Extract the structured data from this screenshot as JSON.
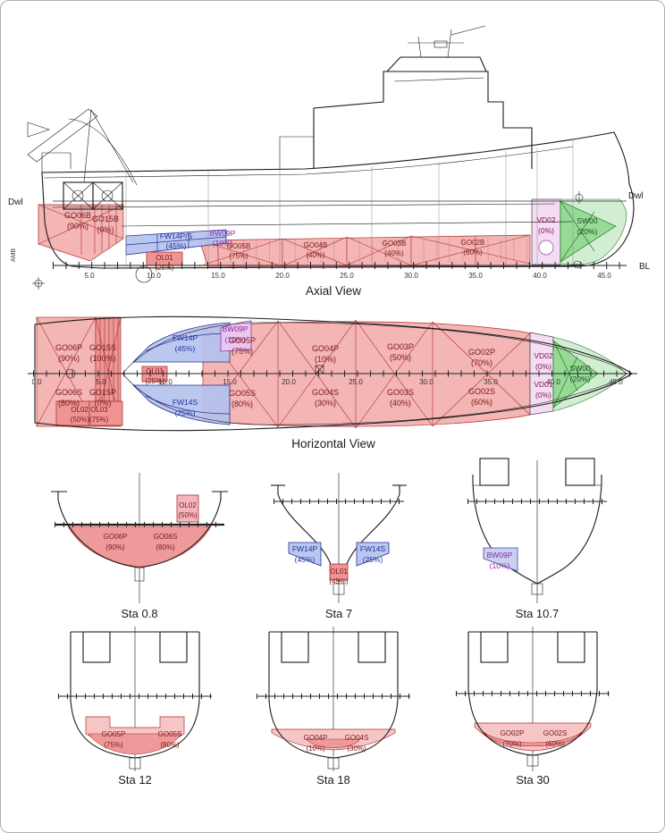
{
  "view_titles": {
    "axial": "Axial View",
    "horizontal": "Horizontal View"
  },
  "colors": {
    "tank_red_fill": "#f2abab",
    "tank_red_label": "#7a1818",
    "tank_blue_fill": "#b4c2ee",
    "tank_blue_label": "#24309a",
    "tank_violet_fill": "#f5dcf5",
    "tank_purple_label": "#8a28a0",
    "tank_green_fill": "#92d892",
    "tank_green_label": "#1d4a1d",
    "outline": "#1a1a1a"
  },
  "axial": {
    "axis": {
      "dwl_left": "Dwl",
      "dwl_right": "Dwl",
      "bl": "BL",
      "frame_label": "AMB",
      "ticks": [
        "5.0",
        "10.0",
        "15.0",
        "20.0",
        "25.0",
        "30.0",
        "35.0",
        "40.0",
        "45.0"
      ]
    },
    "tanks": {
      "go06b": {
        "name": "GO06B",
        "pct": "(90%)"
      },
      "go15b": {
        "name": "GO15B",
        "pct": "(0%)"
      },
      "fw14": {
        "name": "FW14P/S",
        "pct": "(45%)"
      },
      "bw09": {
        "name": "BW09P",
        "pct": "(10%)"
      },
      "ol01": {
        "name": "OL01",
        "pct": "(25%)"
      },
      "go05b": {
        "name": "GO05B",
        "pct": "(75%)"
      },
      "go04b": {
        "name": "GO04B",
        "pct": "(40%)"
      },
      "go03b": {
        "name": "GO03B",
        "pct": "(40%)"
      },
      "go02b": {
        "name": "GO02B",
        "pct": "(60%)"
      },
      "vd02": {
        "name": "VD02",
        "pct": "(0%)"
      },
      "sw00": {
        "name": "SW00",
        "pct": "(20%)"
      }
    }
  },
  "horizontal": {
    "axis": {
      "ticks": [
        "0.0",
        "5.0",
        "10.0",
        "15.0",
        "20.0",
        "25.0",
        "30.0",
        "35.0",
        "40.0",
        "45.0"
      ]
    },
    "tanks": {
      "go06p": {
        "name": "GO06P",
        "pct": "(90%)"
      },
      "go15s": {
        "name": "GO15S",
        "pct": "(100%)"
      },
      "go06s": {
        "name": "GO06S",
        "pct": "(80%)"
      },
      "go15p": {
        "name": "GO15P",
        "pct": "(0%)"
      },
      "ol_aft": {
        "name": "OL02 OL03",
        "pct": "(50%)(75%)"
      },
      "fw14p": {
        "name": "FW14P",
        "pct": "(45%)"
      },
      "fw14s": {
        "name": "FW14S",
        "pct": "(25%)"
      },
      "bw09p": {
        "name": "BW09P",
        "pct": "(10%)"
      },
      "ol01": {
        "name": "OL01",
        "pct": "(25%)"
      },
      "go05p": {
        "name": "GO05P",
        "pct": "(75%)"
      },
      "go04p": {
        "name": "GO04P",
        "pct": "(10%)"
      },
      "go03p": {
        "name": "GO03P",
        "pct": "(50%)"
      },
      "go02p": {
        "name": "GO02P",
        "pct": "(70%)"
      },
      "go05s": {
        "name": "GO05S",
        "pct": "(80%)"
      },
      "go04s": {
        "name": "GO04S",
        "pct": "(30%)"
      },
      "go03s": {
        "name": "GO03S",
        "pct": "(40%)"
      },
      "go02s": {
        "name": "GO02S",
        "pct": "(60%)"
      },
      "vd02": {
        "name": "VD02",
        "pct": "(0%)"
      },
      "vd01": {
        "name": "VD01",
        "pct": "(0%)"
      },
      "sw00": {
        "name": "SW00",
        "pct": "(20%)"
      }
    }
  },
  "stations": [
    {
      "caption": "Sta 0.8",
      "tanks": [
        {
          "name": "GO06P",
          "pct": "(90%)"
        },
        {
          "name": "GO06S",
          "pct": "(80%)"
        },
        {
          "name": "OL02",
          "pct": "(50%)"
        }
      ]
    },
    {
      "caption": "Sta 7",
      "tanks": [
        {
          "name": "FW14P",
          "pct": "(45%)"
        },
        {
          "name": "FW14S",
          "pct": "(25%)"
        },
        {
          "name": "OL01",
          "pct": "(45%)"
        }
      ]
    },
    {
      "caption": "Sta 10.7",
      "tanks": [
        {
          "name": "BW09P",
          "pct": "(10%)"
        }
      ]
    },
    {
      "caption": "Sta 12",
      "tanks": [
        {
          "name": "GO05P",
          "pct": "(75%)"
        },
        {
          "name": "GO05S",
          "pct": "(80%)"
        }
      ]
    },
    {
      "caption": "Sta 18",
      "tanks": [
        {
          "name": "GO04P",
          "pct": "(10%)"
        },
        {
          "name": "GO04S",
          "pct": "(30%)"
        }
      ]
    },
    {
      "caption": "Sta 30",
      "tanks": [
        {
          "name": "GO02P",
          "pct": "(70%)"
        },
        {
          "name": "GO02S",
          "pct": "(60%)"
        }
      ]
    }
  ]
}
